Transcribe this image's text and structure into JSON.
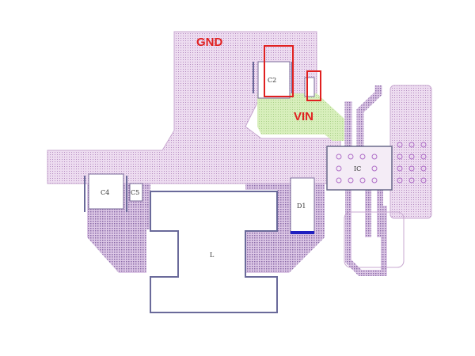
{
  "nets": {
    "gnd": "GND",
    "vin": "VIN"
  },
  "components": {
    "c2": "C2",
    "c4": "C4",
    "c5": "C5",
    "d1": "D1",
    "l": "L",
    "ic": "IC"
  },
  "colors": {
    "copper": "#e8d4ec",
    "grid": "#b48cc0",
    "vin_fill": "#d5eeb8",
    "highlight": "#e02020",
    "outline": "#6a5a90"
  }
}
